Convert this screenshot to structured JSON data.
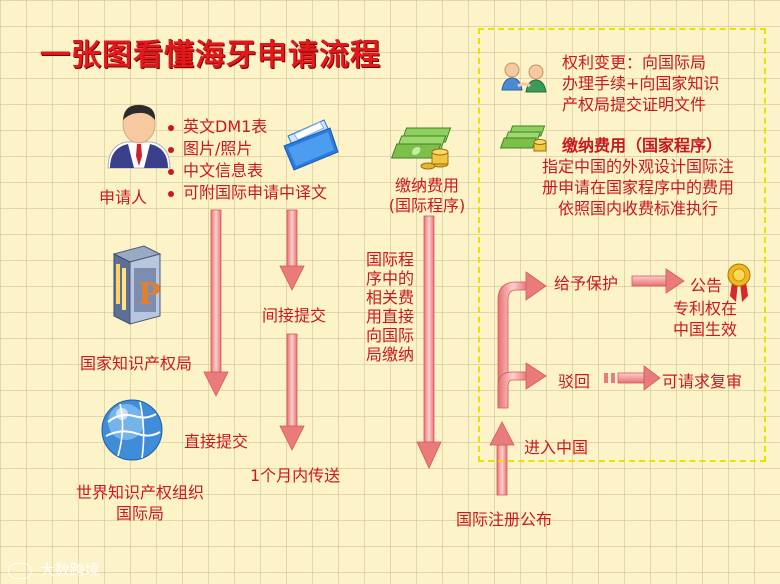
{
  "title": "一张图看懂海牙申请流程",
  "applicant": {
    "label": "申请人",
    "documents": [
      "英文DM1表",
      "图片/照片",
      "中文信息表",
      "可附国际申请中译文"
    ]
  },
  "national_office": {
    "label": "国家知识产权局"
  },
  "wipo": {
    "label_line1": "世界知识产权组织",
    "label_line2": "国际局"
  },
  "edges": {
    "indirect": "间接提交",
    "direct": "直接提交",
    "one_month": "1个月内传送"
  },
  "fee_international": {
    "label_line1": "缴纳费用",
    "label_line2": "(国际程序)"
  },
  "fee_note_lines": [
    "国际程",
    "序中的",
    "相关费",
    "用直接",
    "向国际",
    "局缴纳"
  ],
  "publication": "国际注册公布",
  "enter_china": "进入中国",
  "right_change": {
    "lines": [
      "权利变更：向国际局",
      "办理手续+向国家知识",
      "产权局提交证明文件"
    ]
  },
  "fee_national": {
    "heading": "缴纳费用（国家程序）",
    "lines": [
      "指定中国的外观设计国际注",
      "册申请在国家程序中的费用",
      "依照国内收费标准执行"
    ]
  },
  "grant": {
    "label": "给予保护",
    "announce": "公告",
    "effect_line1": "专利权在",
    "effect_line2": "中国生效"
  },
  "reject": {
    "label": "驳回",
    "review": "可请求复审"
  },
  "watermark": "大数跨境",
  "colors": {
    "title": "#e2181b",
    "text": "#c8191e",
    "arrow": "#f08d8d",
    "dash": "#e9e200"
  }
}
